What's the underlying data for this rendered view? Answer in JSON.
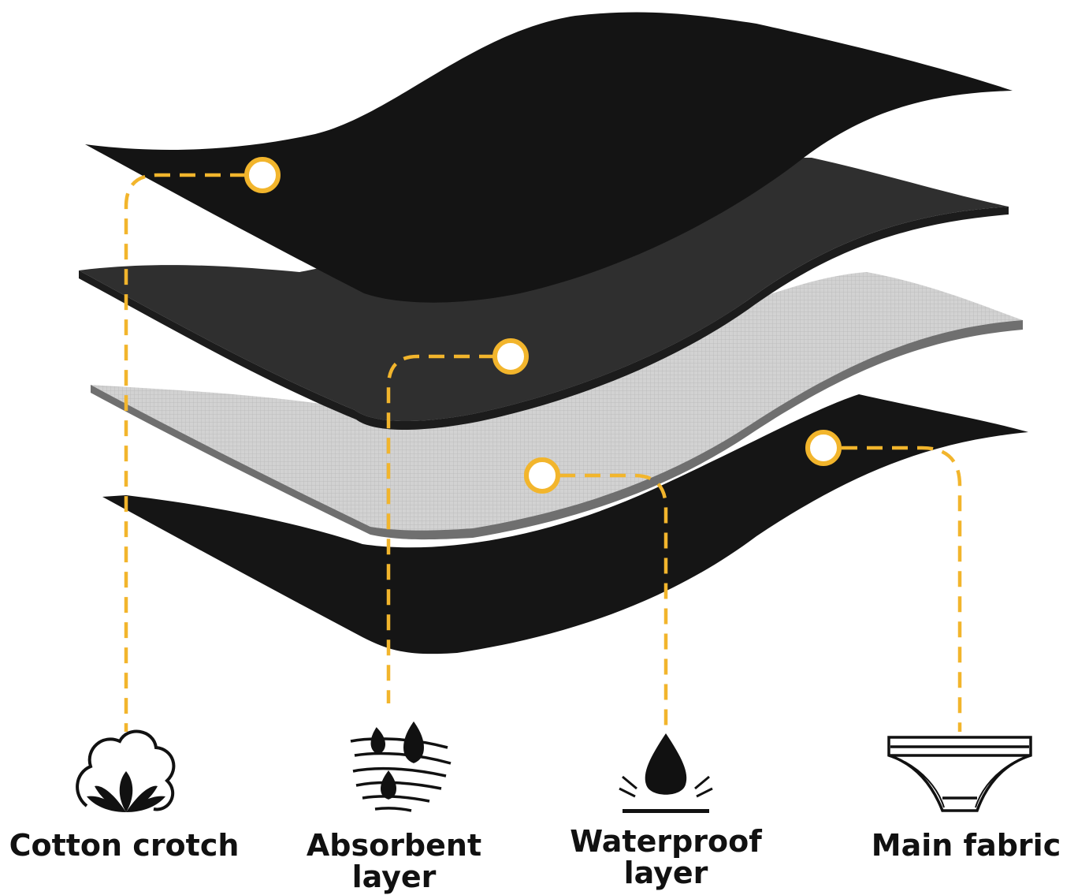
{
  "labels": {
    "cotton": "Cotton crotch",
    "absorbent_1": "Absorbent",
    "absorbent_2": "layer",
    "waterproof_1": "Waterproof",
    "waterproof_2": "layer",
    "main": "Main fabric"
  },
  "icons": {
    "cotton": "cotton-flower-icon",
    "absorbent": "absorbent-drops-icon",
    "waterproof": "water-drop-icon",
    "main": "underwear-briefs-icon"
  },
  "colors": {
    "connector": "#F2B52C",
    "layer_top": "#141414",
    "layer_absorbent": "#2e2e2e",
    "layer_waterproof": "#d4d4d4",
    "layer_main": "#141414",
    "text": "#111111"
  }
}
